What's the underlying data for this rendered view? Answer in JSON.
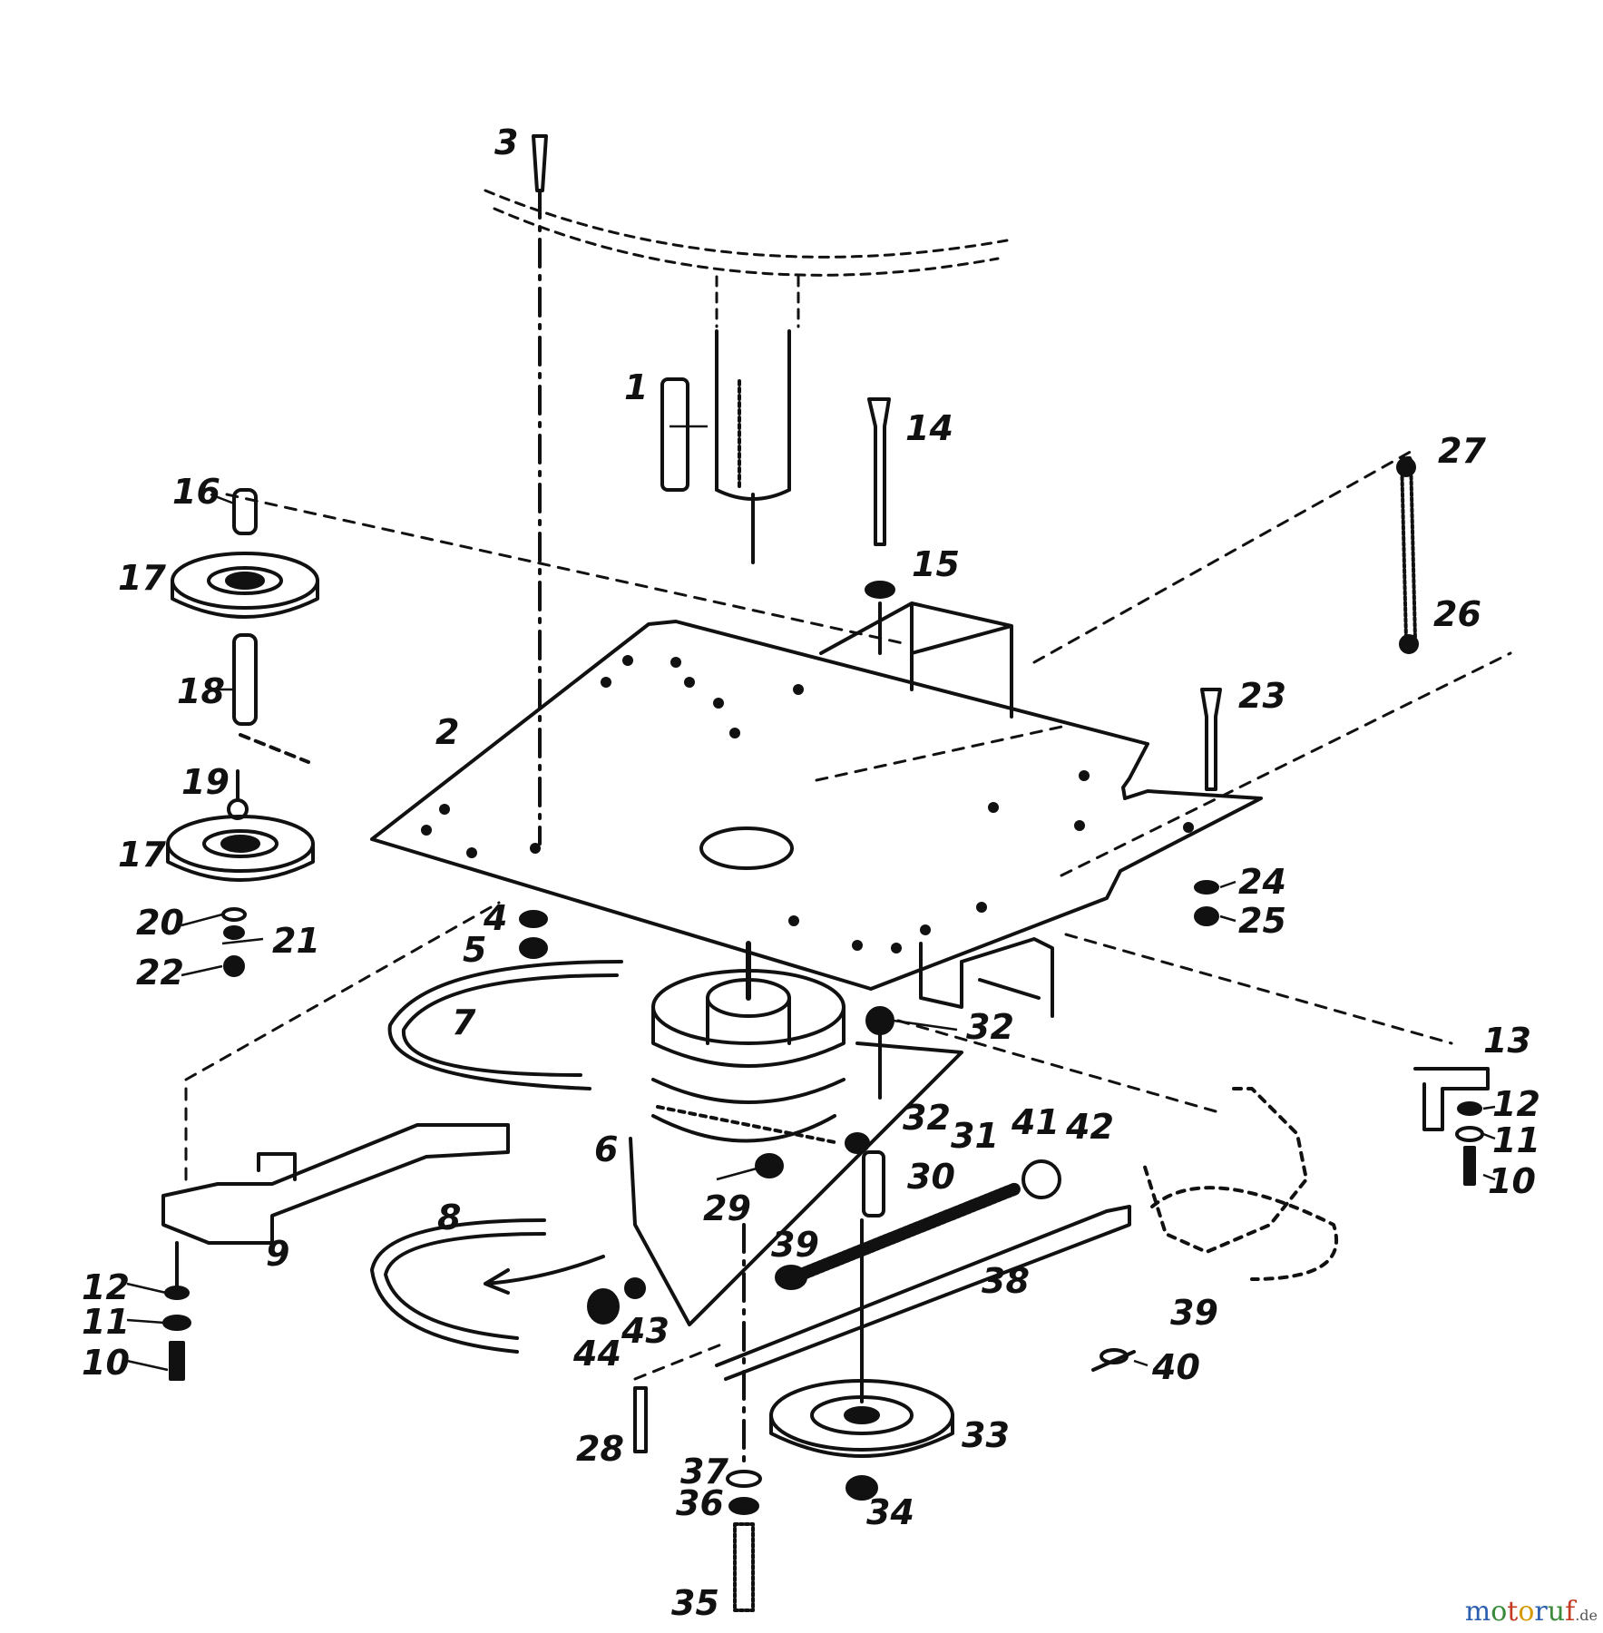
{
  "diagram": {
    "part_labels": [
      "1",
      "2",
      "3",
      "4",
      "5",
      "6",
      "7",
      "8",
      "9",
      "10",
      "10",
      "11",
      "11",
      "12",
      "12",
      "13",
      "14",
      "15",
      "16",
      "17",
      "17",
      "18",
      "19",
      "20",
      "21",
      "22",
      "23",
      "24",
      "25",
      "26",
      "27",
      "28",
      "29",
      "30",
      "31",
      "32",
      "32",
      "33",
      "34",
      "35",
      "36",
      "37",
      "38",
      "39",
      "39",
      "40",
      "41",
      "42",
      "43",
      "44"
    ]
  },
  "watermark": {
    "letters": [
      "m",
      "o",
      "t",
      "o",
      "r",
      "u",
      "f"
    ],
    "tld": ".de"
  },
  "colors": {
    "ink": "#111111",
    "paper": "#ffffff"
  }
}
